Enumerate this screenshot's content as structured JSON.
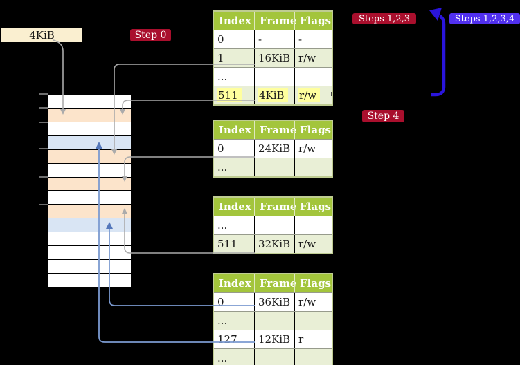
{
  "labels": {
    "memory_block": "4KiB",
    "step0": "Step 0",
    "steps123": "Steps 1,2,3",
    "steps1234": "Steps 1,2,3,4",
    "step4": "Step 4"
  },
  "colors": {
    "background": "#000000",
    "table_header_green": "#a3c53c",
    "table_row_green": "#e9efd6",
    "table_border_olive": "#bfcc92",
    "highlight_yellow": "#ffff9e",
    "memory_label_wheat": "#faefd0",
    "badge_red": "#a90f2d",
    "badge_blue": "#5130ef",
    "big_arrow_blue": "#2a15dc",
    "connector_gray": "#ababab",
    "connector_blue": "#7b9ad0",
    "strip_pagetable_orange": "#fce4cb",
    "strip_datapage_blue": "#d9e5f4"
  },
  "tables": [
    {
      "headers": [
        "Index",
        "Frame",
        "Flags"
      ],
      "rows": [
        {
          "cells": [
            "0",
            "-",
            "-"
          ]
        },
        {
          "cells": [
            "1",
            "16KiB",
            "r/w"
          ]
        },
        {
          "cells": [
            "...",
            "",
            ""
          ]
        },
        {
          "cells": [
            "511",
            "4KiB",
            "r/w"
          ],
          "highlighted": true
        }
      ]
    },
    {
      "headers": [
        "Index",
        "Frame",
        "Flags"
      ],
      "rows": [
        {
          "cells": [
            "0",
            "24KiB",
            "r/w"
          ]
        },
        {
          "cells": [
            "...",
            "",
            ""
          ]
        }
      ]
    },
    {
      "headers": [
        "Index",
        "Frame",
        "Flags"
      ],
      "rows": [
        {
          "cells": [
            "...",
            "",
            ""
          ]
        },
        {
          "cells": [
            "511",
            "32KiB",
            "r/w"
          ]
        }
      ]
    },
    {
      "headers": [
        "Index",
        "Frame",
        "Flags"
      ],
      "rows": [
        {
          "cells": [
            "0",
            "36KiB",
            "r/w"
          ]
        },
        {
          "cells": [
            "...",
            "",
            ""
          ]
        },
        {
          "cells": [
            "127",
            "12KiB",
            "r"
          ]
        },
        {
          "cells": [
            "...",
            "",
            ""
          ]
        }
      ]
    }
  ],
  "memory_strip": {
    "rows": [
      {
        "type": "free"
      },
      {
        "type": "pagetable"
      },
      {
        "type": "free"
      },
      {
        "type": "datapage"
      },
      {
        "type": "pagetable"
      },
      {
        "type": "free"
      },
      {
        "type": "pagetable"
      },
      {
        "type": "free"
      },
      {
        "type": "pagetable"
      },
      {
        "type": "datapage"
      },
      {
        "type": "free"
      },
      {
        "type": "free"
      },
      {
        "type": "free"
      },
      {
        "type": "free"
      }
    ]
  }
}
